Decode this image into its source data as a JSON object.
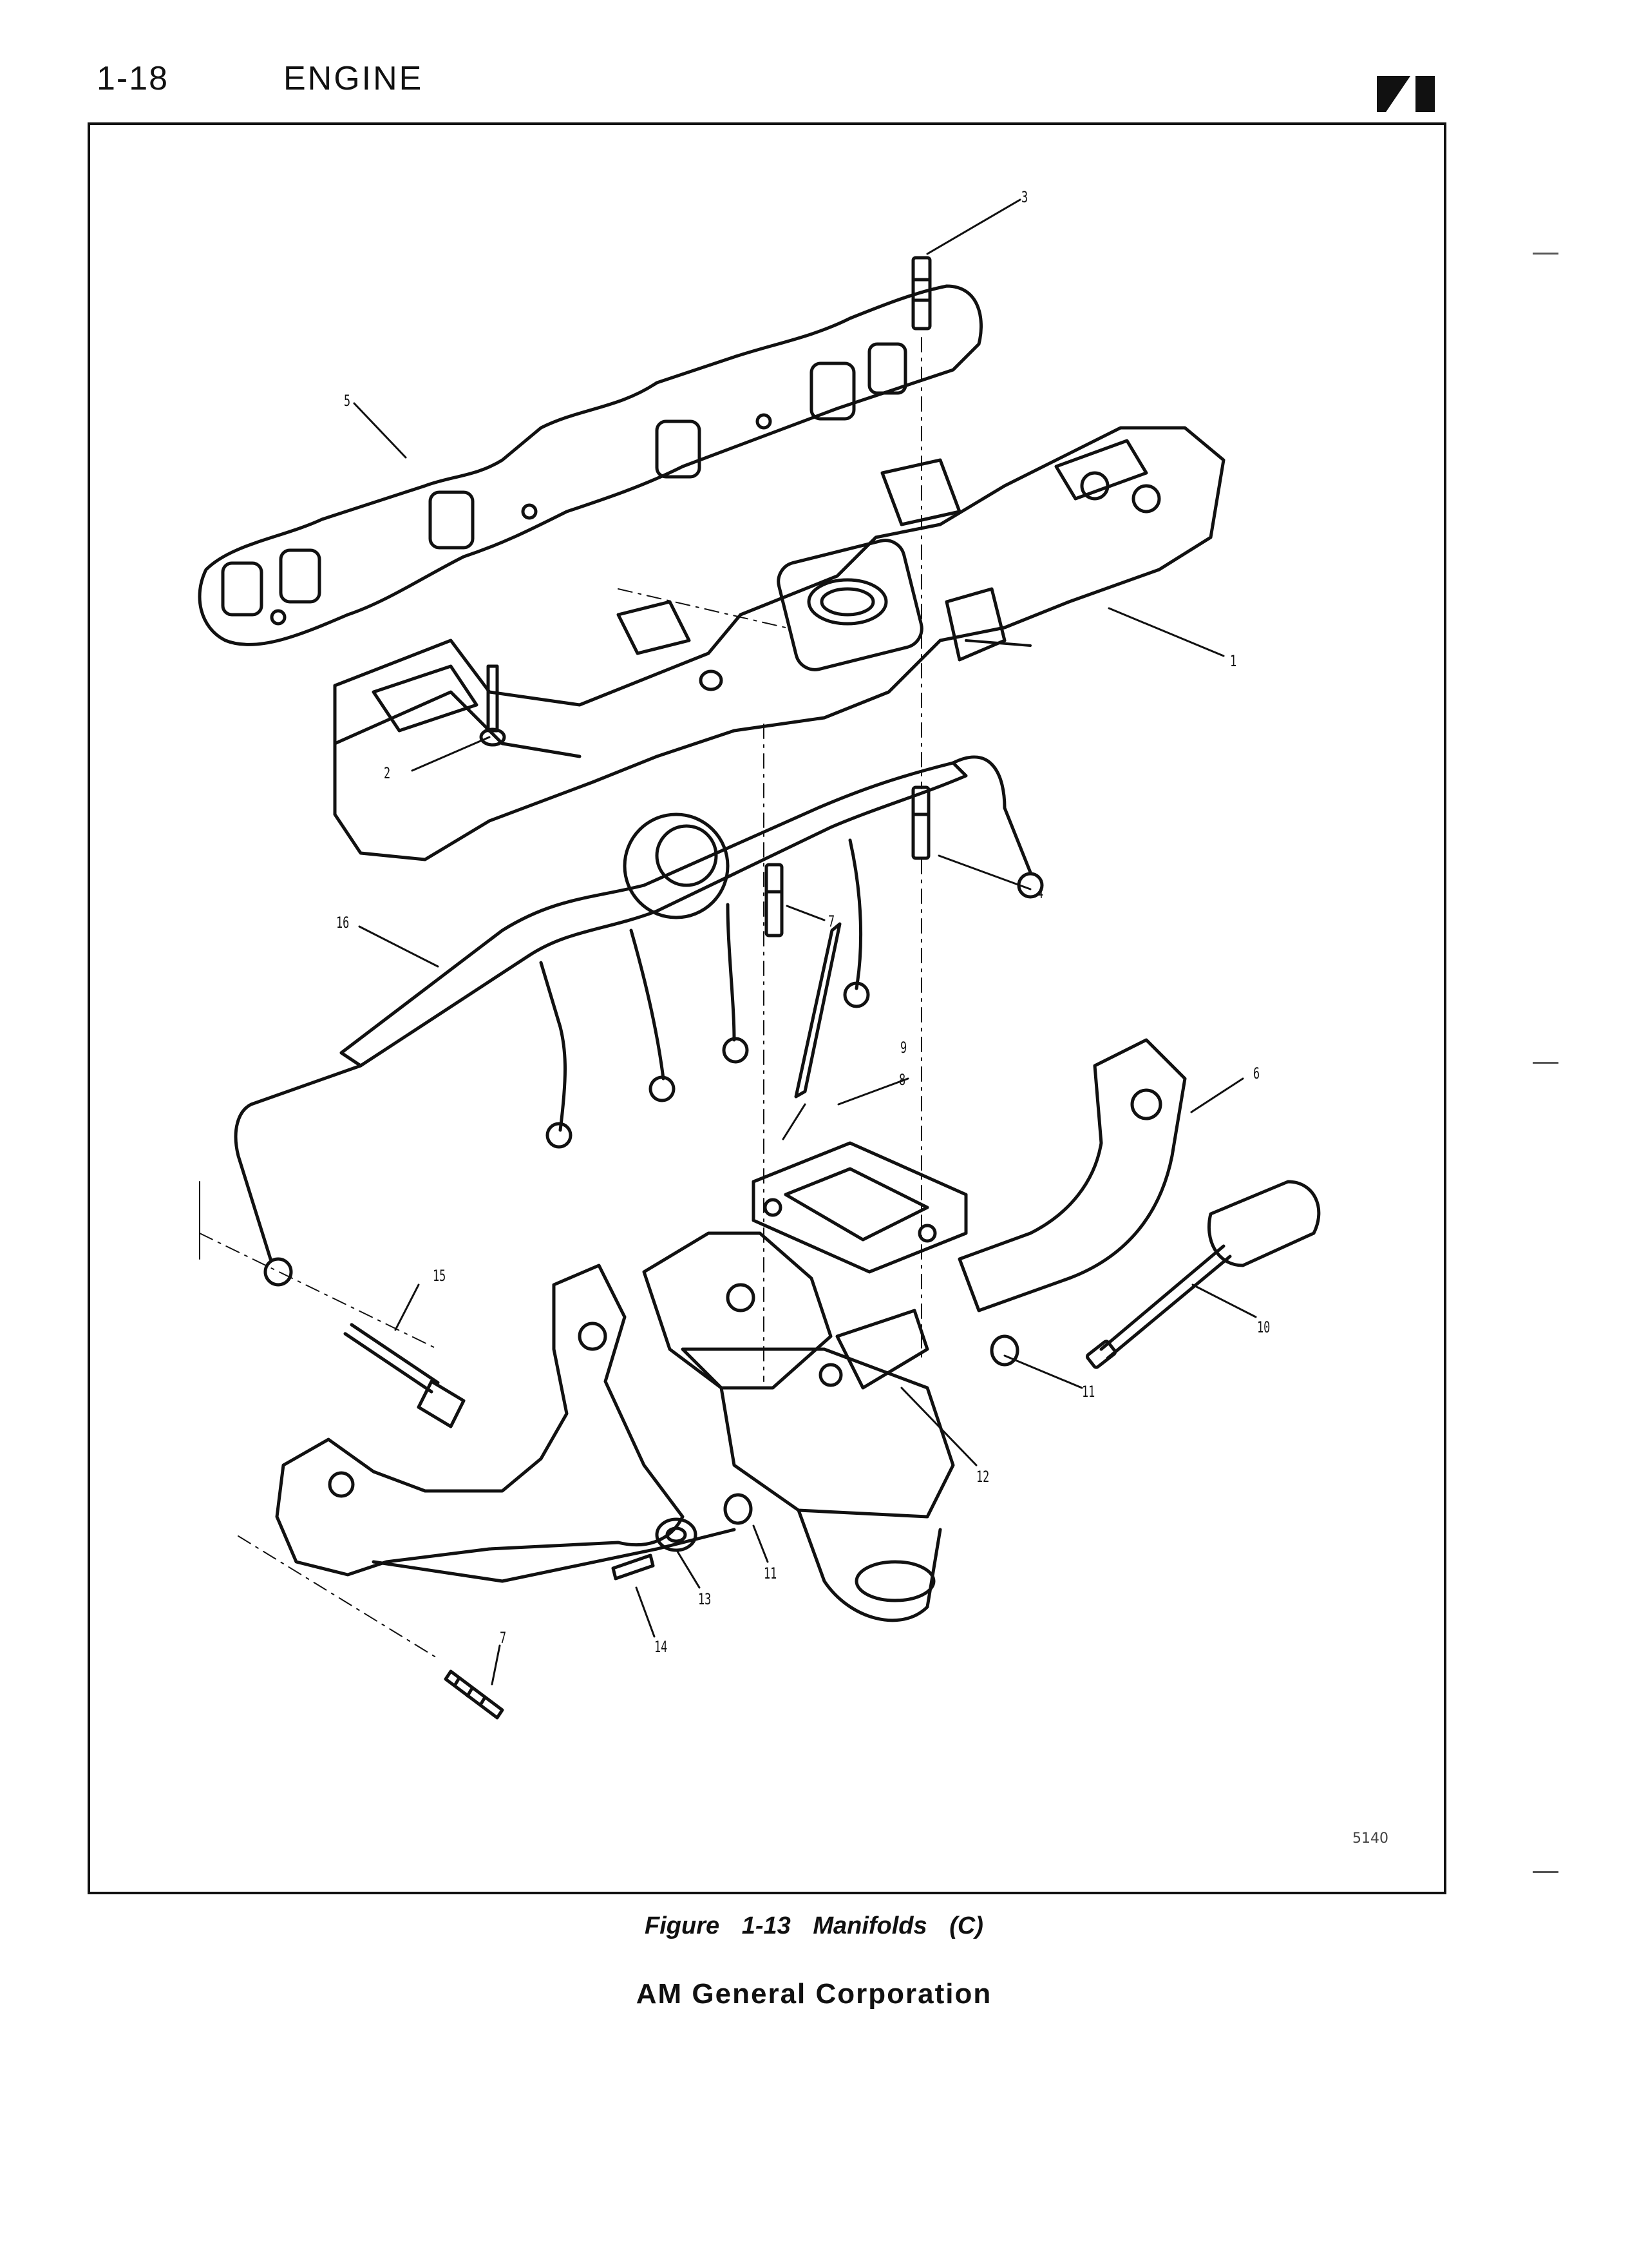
{
  "header": {
    "page_number": "1-18",
    "section_title": "ENGINE"
  },
  "icons": {
    "logo": "jeep-brand-mark",
    "colors": {
      "ink": "#111111",
      "paper": "#ffffff"
    }
  },
  "figure": {
    "callouts": [
      "1",
      "2",
      "3",
      "4",
      "5",
      "6",
      "7",
      "8",
      "9",
      "10",
      "11",
      "11",
      "12",
      "13",
      "14",
      "15",
      "16",
      "7"
    ],
    "plate_id": "5140"
  },
  "caption": {
    "figure_label": "Figure 1-13",
    "figure_title": "Manifolds (C)"
  },
  "footer": {
    "publisher": "AM General Corporation"
  }
}
